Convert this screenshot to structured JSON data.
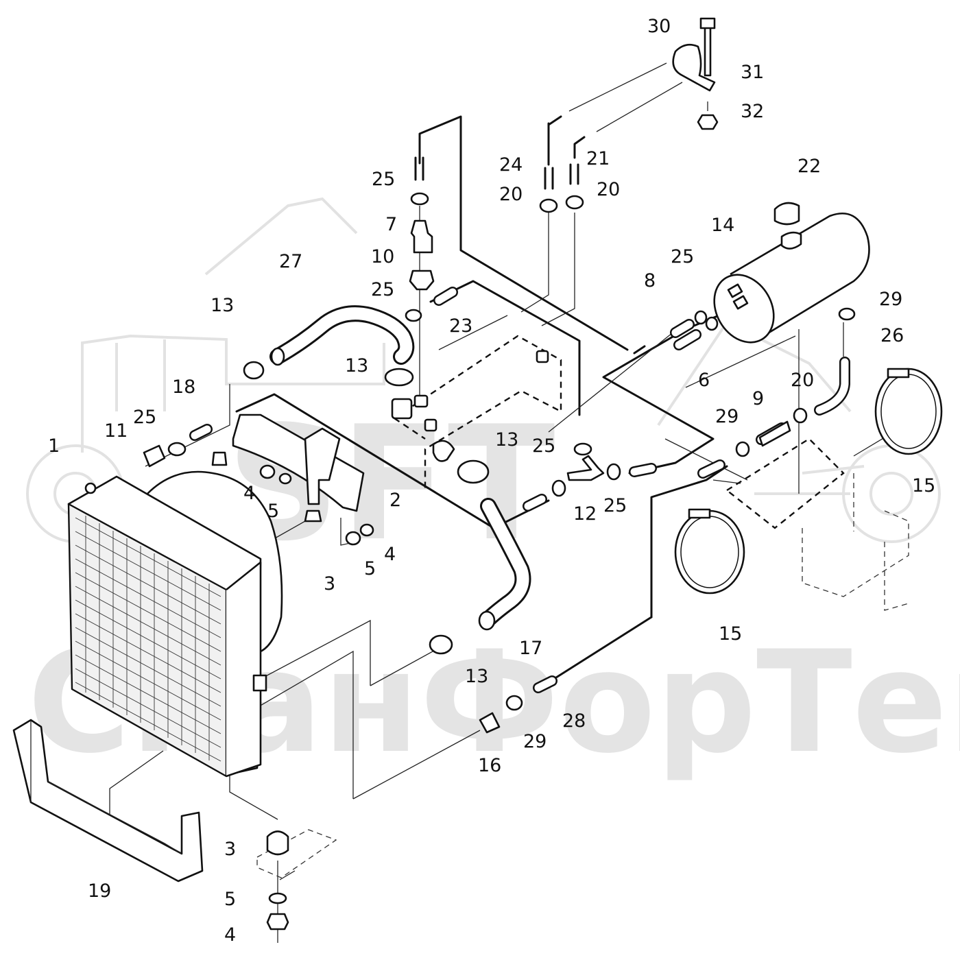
{
  "watermark": {
    "logo_text": "SFT",
    "company_text": "СпанФорТек"
  },
  "callouts": [
    {
      "id": "p1",
      "text": "1",
      "part": "radiator"
    },
    {
      "id": "p2",
      "text": "2",
      "part": "bracket"
    },
    {
      "id": "p3a",
      "text": "3",
      "part": "rubber-mount"
    },
    {
      "id": "p3b",
      "text": "3",
      "part": "rubber-mount-lower"
    },
    {
      "id": "p4a",
      "text": "4",
      "part": "nut"
    },
    {
      "id": "p4b",
      "text": "4",
      "part": "nut"
    },
    {
      "id": "p4c",
      "text": "4",
      "part": "nut-lower"
    },
    {
      "id": "p5a",
      "text": "5",
      "part": "washer"
    },
    {
      "id": "p5b",
      "text": "5",
      "part": "washer"
    },
    {
      "id": "p5c",
      "text": "5",
      "part": "washer-lower"
    },
    {
      "id": "p6",
      "text": "6",
      "part": "hose"
    },
    {
      "id": "p7",
      "text": "7",
      "part": "fitting"
    },
    {
      "id": "p8",
      "text": "8",
      "part": "hose"
    },
    {
      "id": "p9",
      "text": "9",
      "part": "hose"
    },
    {
      "id": "p10",
      "text": "10",
      "part": "fitting"
    },
    {
      "id": "p11",
      "text": "11",
      "part": "fitting"
    },
    {
      "id": "p12",
      "text": "12",
      "part": "tee"
    },
    {
      "id": "p13a",
      "text": "13",
      "part": "clamp"
    },
    {
      "id": "p13b",
      "text": "13",
      "part": "clamp"
    },
    {
      "id": "p13c",
      "text": "13",
      "part": "clamp"
    },
    {
      "id": "p13d",
      "text": "13",
      "part": "clamp"
    },
    {
      "id": "p14",
      "text": "14",
      "part": "expansion-tank"
    },
    {
      "id": "p15a",
      "text": "15",
      "part": "strap"
    },
    {
      "id": "p15b",
      "text": "15",
      "part": "strap"
    },
    {
      "id": "p16",
      "text": "16",
      "part": "fitting"
    },
    {
      "id": "p17",
      "text": "17",
      "part": "lower-hose"
    },
    {
      "id": "p18",
      "text": "18",
      "part": "hose"
    },
    {
      "id": "p19",
      "text": "19",
      "part": "guard"
    },
    {
      "id": "p20a",
      "text": "20",
      "part": "clamp"
    },
    {
      "id": "p20b",
      "text": "20",
      "part": "clamp"
    },
    {
      "id": "p20c",
      "text": "20",
      "part": "clamp"
    },
    {
      "id": "p21",
      "text": "21",
      "part": "hose"
    },
    {
      "id": "p22",
      "text": "22",
      "part": "cap"
    },
    {
      "id": "p23",
      "text": "23",
      "part": "hose"
    },
    {
      "id": "p24",
      "text": "24",
      "part": "hose"
    },
    {
      "id": "p25a",
      "text": "25",
      "part": "clamp"
    },
    {
      "id": "p25b",
      "text": "25",
      "part": "clamp"
    },
    {
      "id": "p25c",
      "text": "25",
      "part": "clamp"
    },
    {
      "id": "p25d",
      "text": "25",
      "part": "clamp"
    },
    {
      "id": "p25e",
      "text": "25",
      "part": "clamp"
    },
    {
      "id": "p25f",
      "text": "25",
      "part": "clamp"
    },
    {
      "id": "p26",
      "text": "26",
      "part": "hose"
    },
    {
      "id": "p27",
      "text": "27",
      "part": "upper-hose"
    },
    {
      "id": "p28",
      "text": "28",
      "part": "hose"
    },
    {
      "id": "p29a",
      "text": "29",
      "part": "clamp"
    },
    {
      "id": "p29b",
      "text": "29",
      "part": "clamp"
    },
    {
      "id": "p29c",
      "text": "29",
      "part": "clamp"
    },
    {
      "id": "p30",
      "text": "30",
      "part": "clip"
    },
    {
      "id": "p31",
      "text": "31",
      "part": "bolt"
    },
    {
      "id": "p32",
      "text": "32",
      "part": "nut"
    }
  ]
}
